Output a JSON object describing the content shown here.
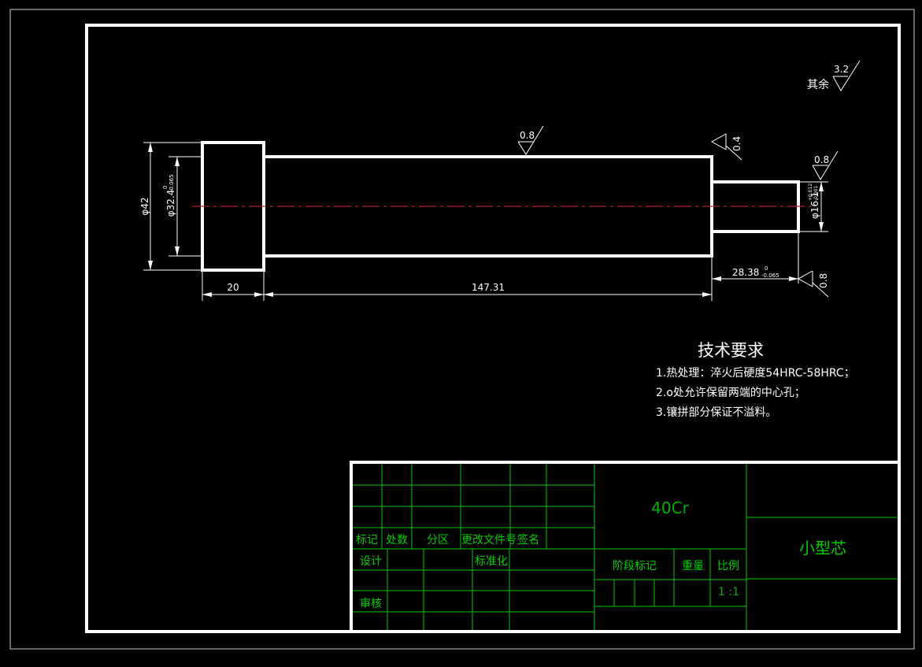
{
  "drawing": {
    "roughness_other_label": "其余",
    "roughness_other_value": "3.2",
    "roughness_top": "0.8",
    "roughness_shoulder": "0.4",
    "roughness_pin": "0.8",
    "roughness_pin_end": "0.8",
    "dim_dia_outer": "φ42",
    "dim_dia_inner": "φ32.4",
    "dim_dia_inner_tol_top": "0",
    "dim_dia_inner_tol_bot": "-0.065",
    "dim_dia_pin": "φ16.1",
    "dim_dia_pin_tol_top": "+0.012",
    "dim_dia_pin_tol_bot": "-0.001",
    "dim_len_head": "20",
    "dim_len_body": "147.31",
    "dim_len_pin": "28.38",
    "dim_len_pin_tol_top": "0",
    "dim_len_pin_tol_bot": "-0.065"
  },
  "requirements": {
    "title": "技术要求",
    "item1": "1.热处理：淬火后硬度54HRC-58HRC；",
    "item2": "2.o处允许保留两端的中心孔；",
    "item3": "3.镶拼部分保证不溢料。"
  },
  "titleblock": {
    "material": "40Cr",
    "part_name": "小型芯",
    "h_mark": "标记",
    "h_count": "处数",
    "h_zone": "分区",
    "h_docno": "更改文件号",
    "h_sign": "签名",
    "design": "设计",
    "standardize": "标准化",
    "review": "审核",
    "stage_mark": "阶段标记",
    "weight": "重量",
    "scale_label": "比例",
    "scale_value": "1 :1"
  }
}
